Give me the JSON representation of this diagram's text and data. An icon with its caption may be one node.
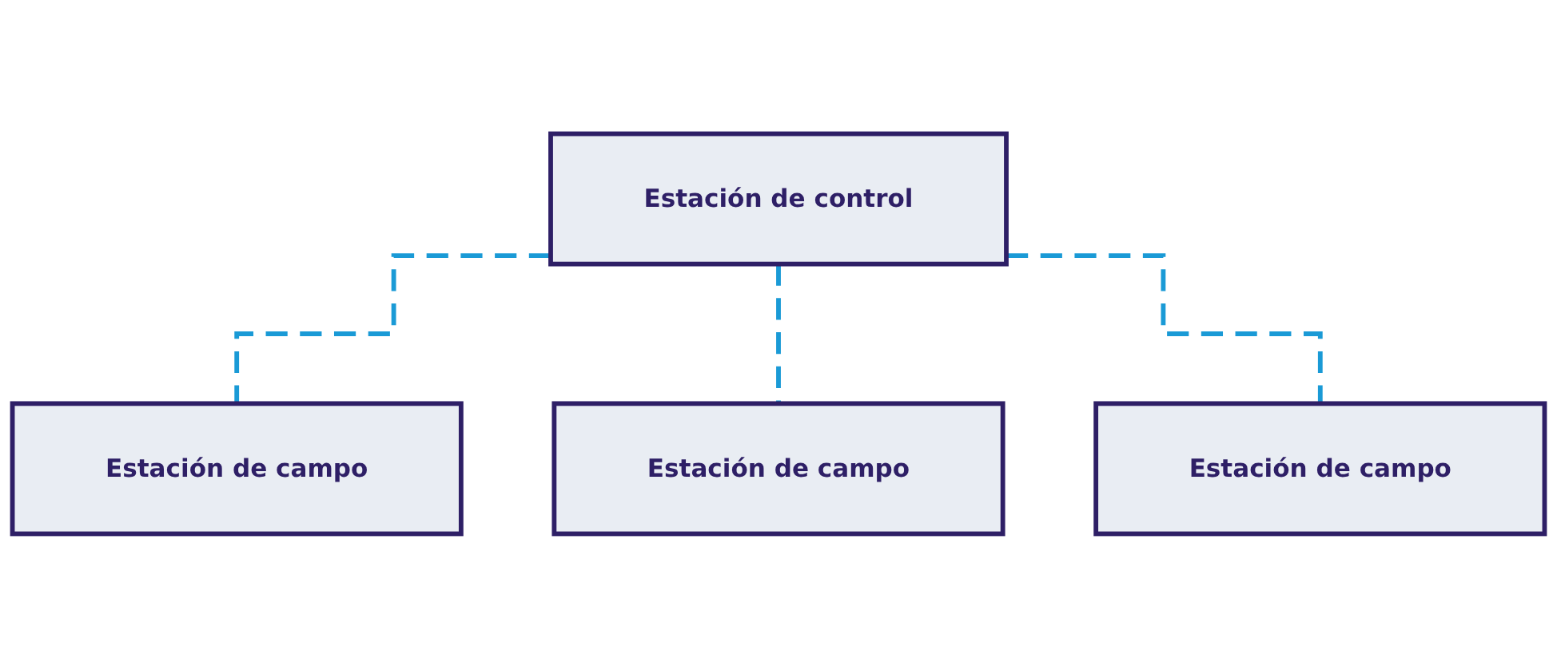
{
  "diagram": {
    "nodes": [
      {
        "text": [
          "Estación de control"
        ]
      },
      {
        "text": [
          "Estación de campo"
        ]
      },
      {
        "text": [
          "Estación de campo"
        ]
      },
      {
        "text": [
          "Estación de campo"
        ]
      }
    ],
    "edges": [
      {
        "from": 0,
        "to": 1,
        "arrow": "none",
        "style": "dashed"
      },
      {
        "from": 0,
        "to": 2,
        "arrow": "none",
        "style": "dashed"
      },
      {
        "from": 0,
        "to": 3,
        "arrow": "none",
        "style": "dashed"
      }
    ]
  }
}
